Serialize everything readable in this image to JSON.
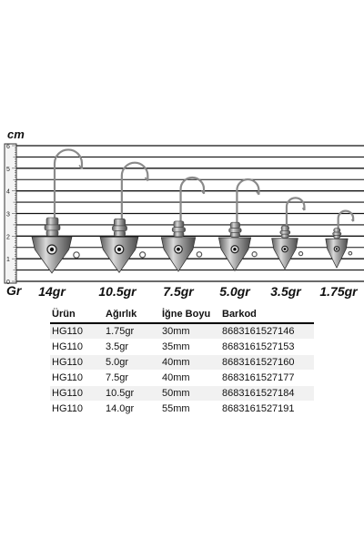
{
  "ruler": {
    "unit": "cm",
    "ticks": [
      "0",
      "1",
      "2",
      "3",
      "4",
      "5",
      "6"
    ],
    "weight_unit": "Gr"
  },
  "products": [
    {
      "label": "14gr"
    },
    {
      "label": "10.5gr"
    },
    {
      "label": "7.5gr"
    },
    {
      "label": "5.0gr"
    },
    {
      "label": "3.5gr"
    },
    {
      "label": "1.75gr"
    }
  ],
  "table": {
    "headers": [
      "Ürün",
      "Ağırlık",
      "İğne Boyu",
      "Barkod"
    ],
    "rows": [
      [
        "HG110",
        "1.75gr",
        "30mm",
        "8683161527146"
      ],
      [
        "HG110",
        "3.5gr",
        "35mm",
        "8683161527153"
      ],
      [
        "HG110",
        "5.0gr",
        "40mm",
        "8683161527160"
      ],
      [
        "HG110",
        "7.5gr",
        "40mm",
        "8683161527177"
      ],
      [
        "HG110",
        "10.5gr",
        "50mm",
        "8683161527184"
      ],
      [
        "HG110",
        "14.0gr",
        "55mm",
        "8683161527191"
      ]
    ]
  }
}
